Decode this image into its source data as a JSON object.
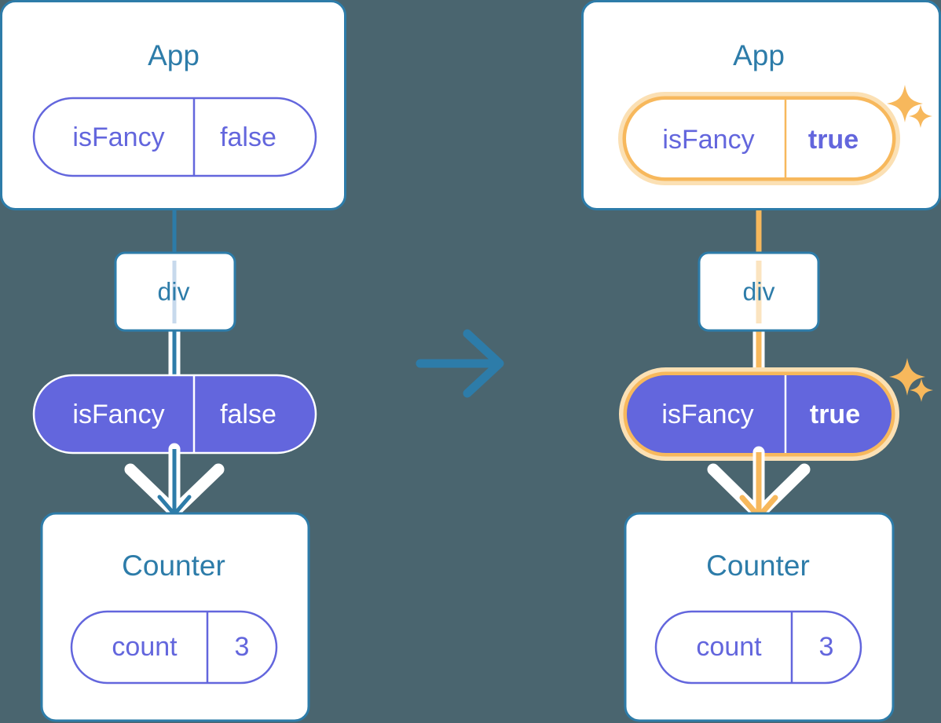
{
  "meta": {
    "background_color": "#4a656f",
    "accent_blue": "#2d7ca9",
    "accent_purple": "#6366dd",
    "accent_orange": "#f7b85c",
    "glow_orange_pale": "#fbe0b4",
    "card_background": "#ffffff"
  },
  "panels": {
    "before": {
      "app_card": {
        "title": "App",
        "state_pill": {
          "key": "isFancy",
          "value": "false",
          "highlighted": false
        }
      },
      "div_node": {
        "label": "div"
      },
      "prop_pill": {
        "key": "isFancy",
        "value": "false",
        "highlighted": false
      },
      "counter_card": {
        "title": "Counter",
        "state_pill": {
          "key": "count",
          "value": "3",
          "highlighted": false
        }
      }
    },
    "after": {
      "app_card": {
        "title": "App",
        "state_pill": {
          "key": "isFancy",
          "value": "true",
          "highlighted": true
        }
      },
      "div_node": {
        "label": "div"
      },
      "prop_pill": {
        "key": "isFancy",
        "value": "true",
        "highlighted": true
      },
      "counter_card": {
        "title": "Counter",
        "state_pill": {
          "key": "count",
          "value": "3",
          "highlighted": false
        }
      }
    }
  },
  "transition": {
    "icon": "arrow-right-icon",
    "direction": "right"
  },
  "sparkles": {
    "icon": "sparkle-icon",
    "count": 4,
    "color": "#f7b85c"
  }
}
